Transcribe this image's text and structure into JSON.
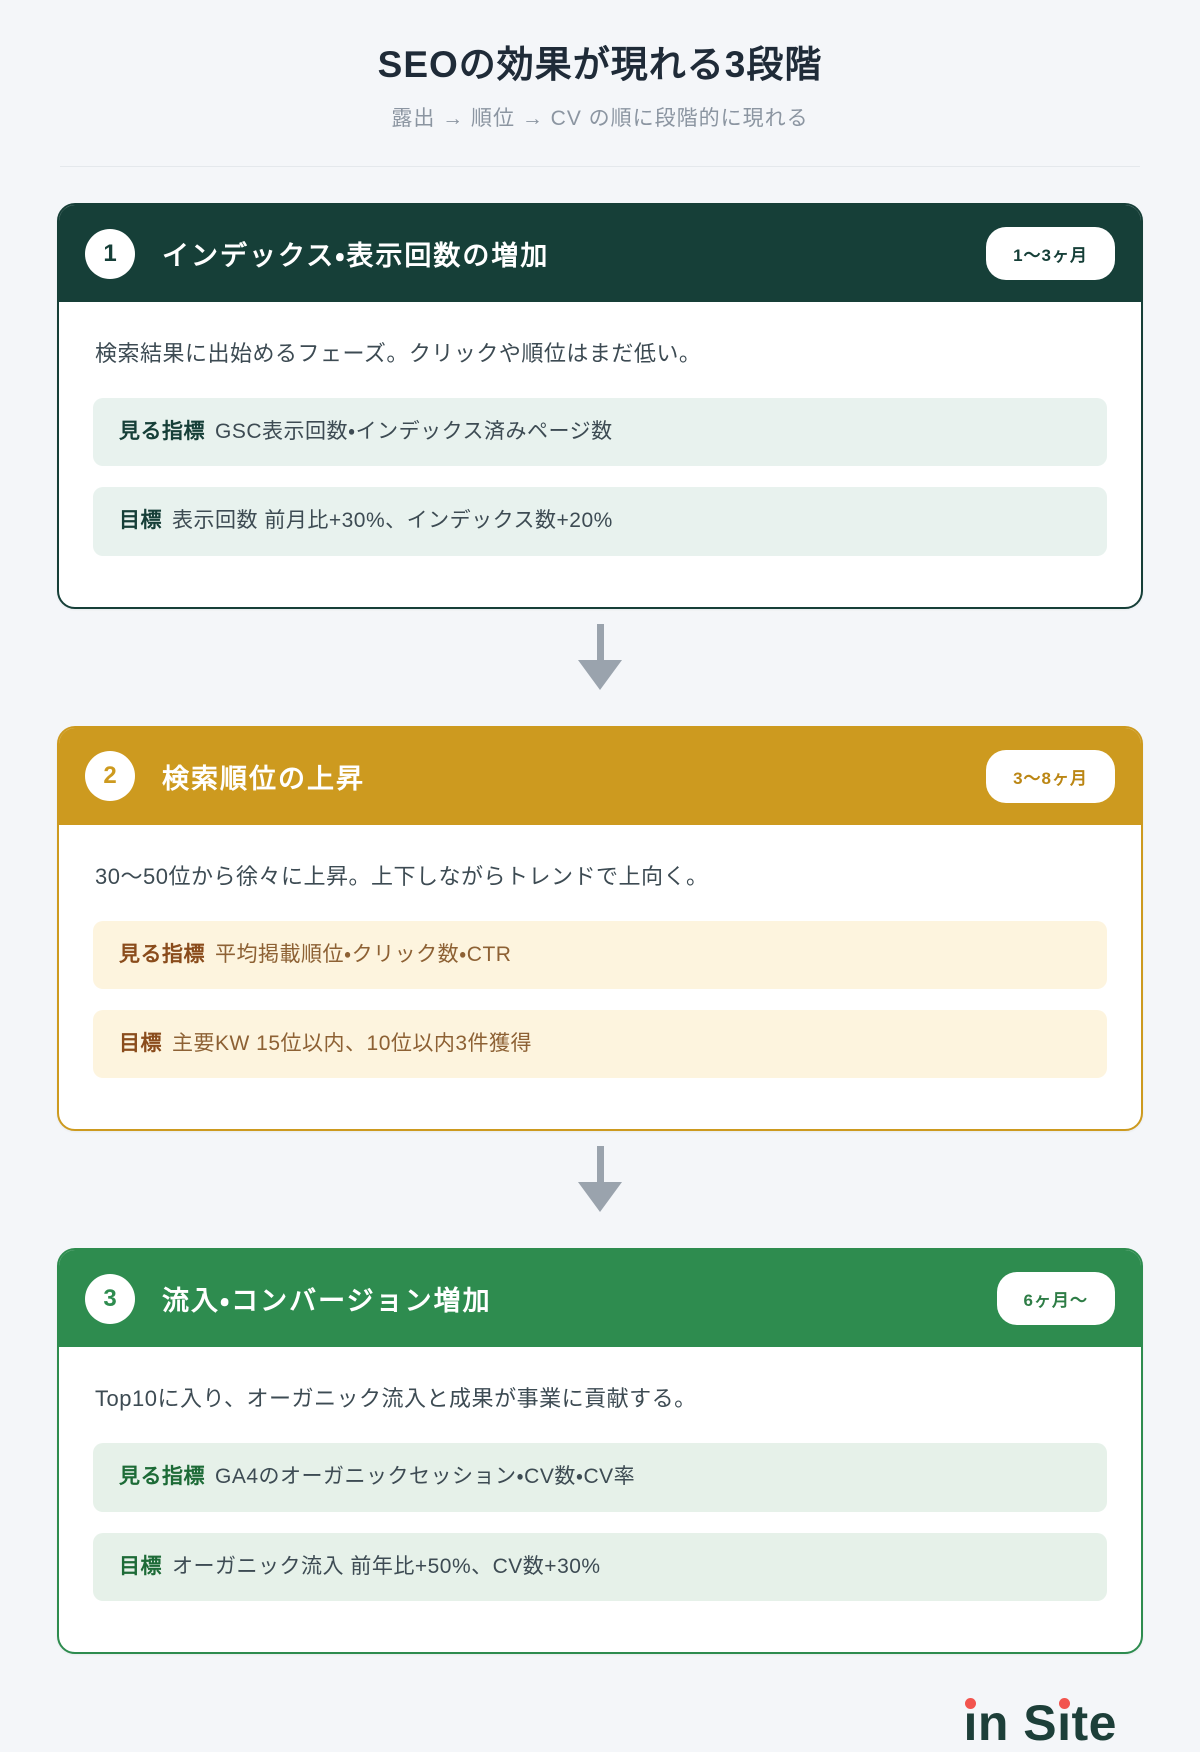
{
  "page": {
    "title": "SEOの効果が現れる3段階",
    "subtitle": "露出 → 順位 → CV の順に段階的に現れる"
  },
  "stages": [
    {
      "number": "1",
      "title": "インデックス・表示回数の増加",
      "period": "1〜3ヶ月",
      "description": "検索結果に出始めるフェーズ。クリックや順位はまだ低い。",
      "metrics": [
        {
          "label": "見る指標",
          "value": "GSC表示回数・インデックス済みページ数"
        },
        {
          "label": "目標",
          "value": "表示回数 前月比+30%、インデックス数+20%"
        }
      ],
      "colors": {
        "accent": "#163f38",
        "badge_text": "#163f38",
        "metric_bg": "#e8f2ee",
        "label": "#163f38",
        "value": "#3d4b53"
      }
    },
    {
      "number": "2",
      "title": "検索順位の上昇",
      "period": "3〜8ヶ月",
      "description": "30〜50位から徐々に上昇。上下しながらトレンドで上向く。",
      "metrics": [
        {
          "label": "見る指標",
          "value": "平均掲載順位・クリック数・CTR"
        },
        {
          "label": "目標",
          "value": "主要KW 15位以内、10位以内3件獲得"
        }
      ],
      "colors": {
        "accent": "#cd9a1f",
        "badge_text": "#bb8614",
        "metric_bg": "#fdf4de",
        "label": "#8a4c1c",
        "value": "#8d6134"
      }
    },
    {
      "number": "3",
      "title": "流入・コンバージョン増加",
      "period": "6ヶ月〜",
      "description": "Top10に入り、オーガニック流入と成果が事業に貢献する。",
      "metrics": [
        {
          "label": "見る指標",
          "value": "GA4のオーガニックセッション・CV数・CV率"
        },
        {
          "label": "目標",
          "value": "オーガニック流入 前年比+50%、CV数+30%"
        }
      ],
      "colors": {
        "accent": "#2e8c4f",
        "badge_text": "#2e7d46",
        "metric_bg": "#e6f1e9",
        "label": "#1d6b37",
        "value": "#3d4b53"
      }
    }
  ],
  "logo": {
    "text": "in Site",
    "seg1": "ın",
    "seg2": " S",
    "seg3": "ıte"
  },
  "theme": {
    "page_bg": "#f4f6f9",
    "arrow": "#9aa3ad",
    "logo_text": "#1d3f39",
    "logo_dot": "#f2544e"
  }
}
